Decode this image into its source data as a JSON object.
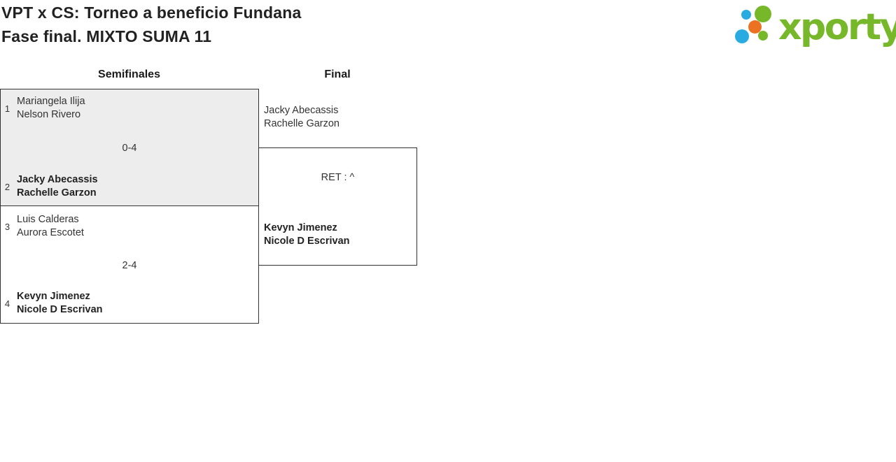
{
  "header": {
    "title_line1": "VPT x CS: Torneo a beneficio Fundana",
    "title_line2": "Fase final. MIXTO SUMA 11",
    "logo": {
      "wordmark": "xporty",
      "colors": {
        "green": "#76b82a",
        "blue": "#29abe2",
        "orange": "#ec7223"
      },
      "icons": [
        "blue-dot-icon",
        "green-dot-icon",
        "orange-dot-icon",
        "blue-dot-icon",
        "green-dot-icon"
      ]
    }
  },
  "bracket": {
    "rounds": [
      {
        "label": "Semifinales"
      },
      {
        "label": "Final"
      }
    ],
    "matches": [
      {
        "round": "Semifinales",
        "score": "0-4",
        "team1": {
          "seed": "1",
          "players": [
            "Mariangela Ilija",
            "Nelson Rivero"
          ],
          "winner": false
        },
        "team2": {
          "seed": "2",
          "players": [
            "Jacky Abecassis",
            "Rachelle Garzon"
          ],
          "winner": true
        }
      },
      {
        "round": "Semifinales",
        "score": "2-4",
        "team1": {
          "seed": "3",
          "players": [
            "Luis Calderas",
            "Aurora Escotet"
          ],
          "winner": false
        },
        "team2": {
          "seed": "4",
          "players": [
            "Kevyn Jimenez",
            "Nicole D Escrivan"
          ],
          "winner": true
        }
      },
      {
        "round": "Final",
        "score": "RET : ^",
        "team1": {
          "seed": "",
          "players": [
            "Jacky Abecassis",
            "Rachelle Garzon"
          ],
          "winner": false
        },
        "team2": {
          "seed": "",
          "players": [
            "Kevyn Jimenez",
            "Nicole D Escrivan"
          ],
          "winner": true
        }
      }
    ]
  }
}
